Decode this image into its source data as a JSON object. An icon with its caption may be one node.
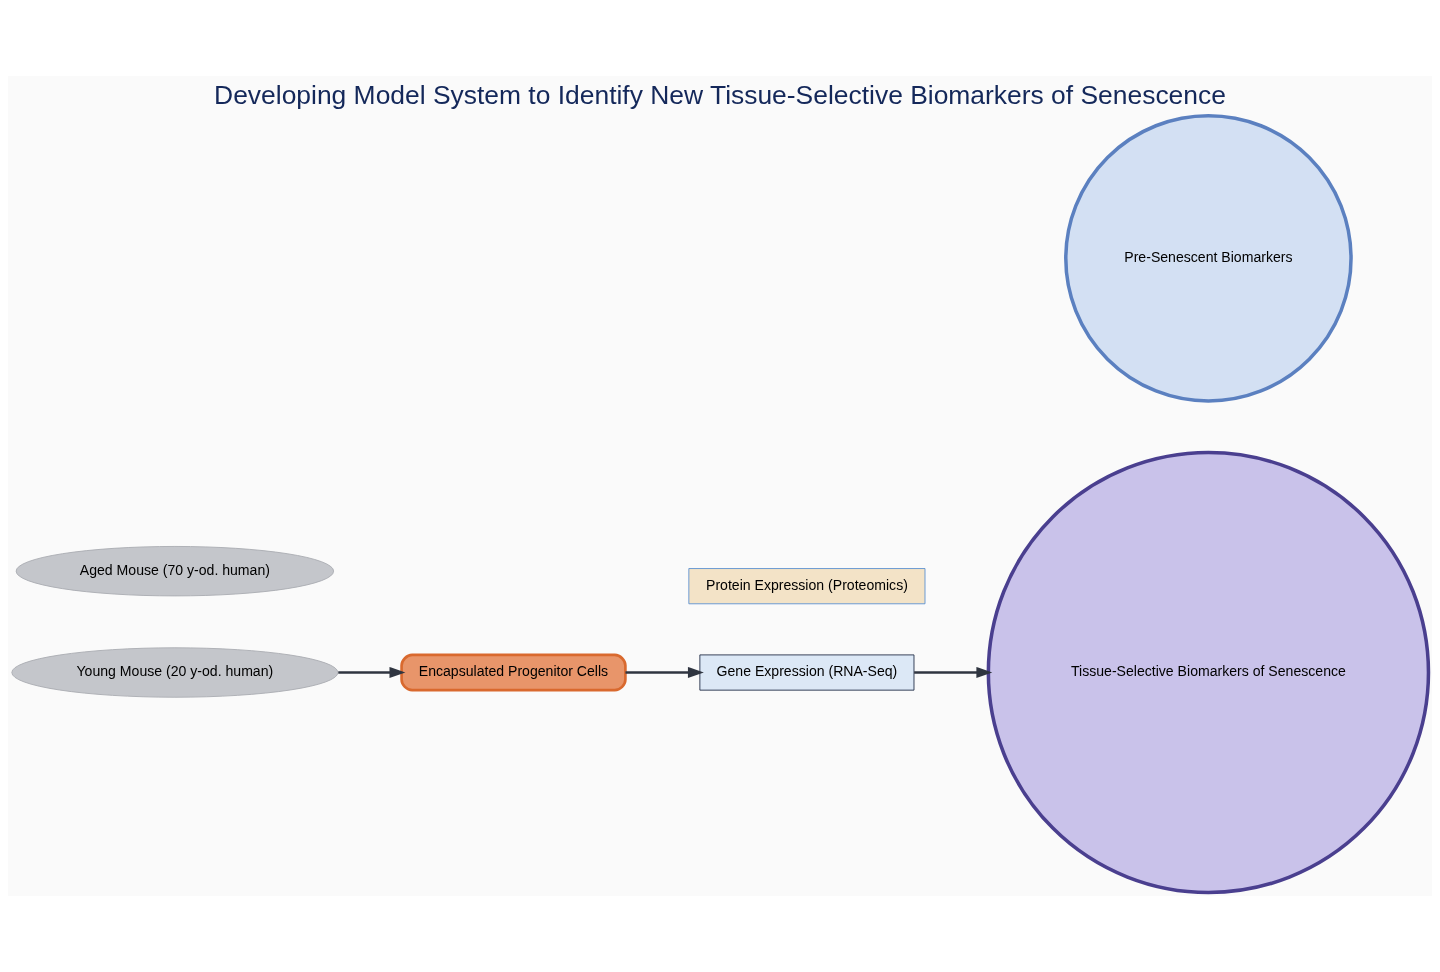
{
  "diagram": {
    "title": "Developing Model System to Identify New Tissue-Selective Biomarkers of Senescence",
    "nodes": [
      {
        "text": [
          "Young Mouse (20 y-od. human)"
        ]
      },
      {
        "text": [
          "Aged Mouse (70 y-od. human)"
        ]
      },
      {
        "text": [
          "Encapsulated Progenitor Cells"
        ]
      },
      {
        "text": [
          "Gene Expression (RNA-Seq)"
        ]
      },
      {
        "text": [
          "Protein Expression (Proteomics)"
        ]
      },
      {
        "text": [
          "Tissue-Selective Biomarkers of Senescence"
        ]
      },
      {
        "text": [
          "Pre-Senescent Biomarkers"
        ]
      }
    ],
    "edges": [
      {
        "from": 0,
        "to": 2,
        "arrow": "to"
      },
      {
        "from": 2,
        "to": 3,
        "arrow": "to"
      },
      {
        "from": 3,
        "to": 5,
        "arrow": "to"
      }
    ]
  }
}
